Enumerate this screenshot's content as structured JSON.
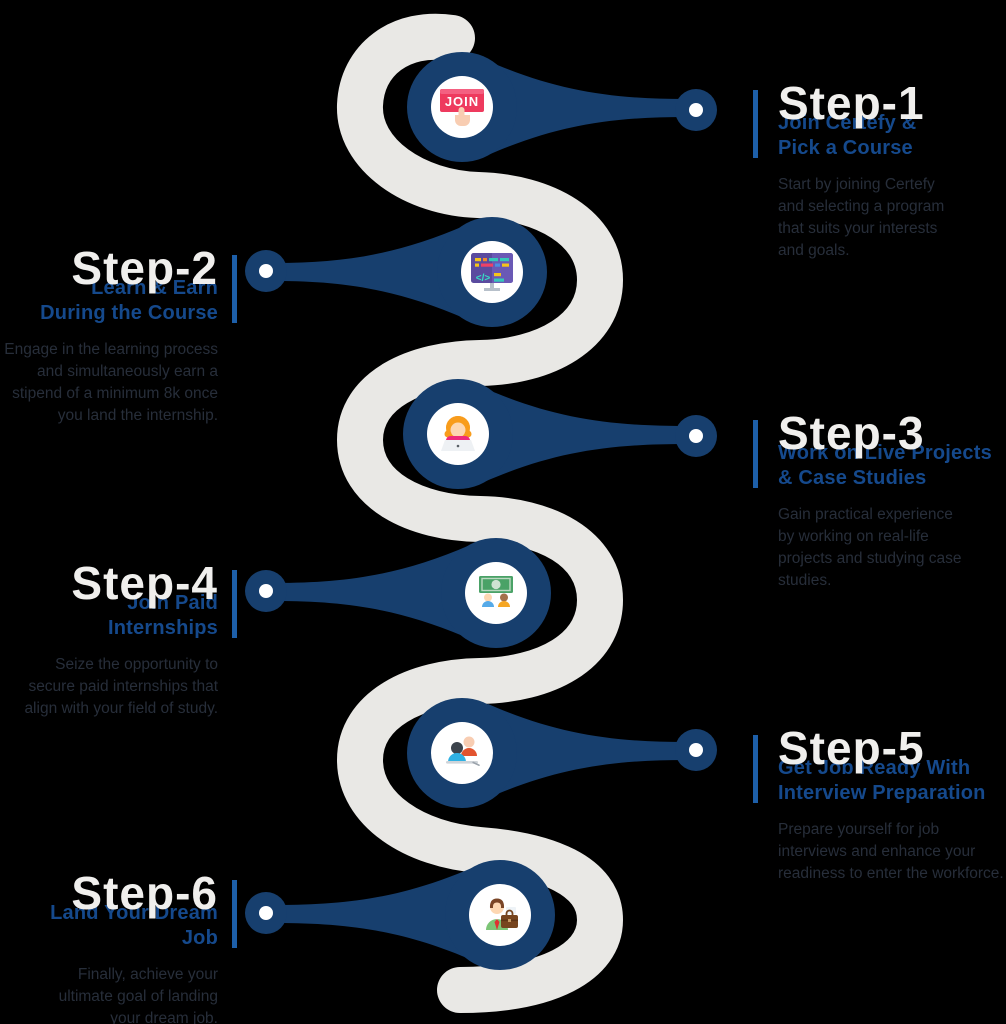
{
  "figure": {
    "type": "process-timeline",
    "orientation": "vertical-serpentine",
    "step_count": "6"
  },
  "colors": {
    "background": "#000000",
    "path_gray": "#e9e8e5",
    "connector_navy": "#173f6e",
    "accent_bar_blue": "#1d5fa9",
    "heading_gray": "#f0efed",
    "subtitle_blue": "#15498c",
    "description_dark": "#272e3a",
    "join_button_red": "#ee3a5e"
  },
  "steps": [
    {
      "heading": "Step-1",
      "side": "right",
      "title": "Join Certefy & Pick a Course",
      "title_lines": [
        "Join Certefy &",
        "Pick a Course"
      ],
      "description": "Start by joining Certefy and selecting a program that suits your interests and goals.",
      "desc_lines": [
        "Start by joining Certefy",
        "and selecting a program",
        "that suits your interests",
        "and goals."
      ],
      "icon": "join-button-icon",
      "icon_text": "JOIN"
    },
    {
      "heading": "Step-2",
      "side": "left",
      "title": "Learn & Earn During the Course",
      "title_lines": [
        "Learn & Earn",
        "During the Course"
      ],
      "description": "Engage in the learning process and simultaneously earn a stipend of a minimum 8k once you land the internship.",
      "desc_lines": [
        "Engage in the learning process",
        "and simultaneously earn a",
        "stipend of a minimum 8k once",
        "you land the internship."
      ],
      "icon": "code-screen-icon"
    },
    {
      "heading": "Step-3",
      "side": "right",
      "title": "Work on Live Projects & Case Studies",
      "title_lines": [
        "Work on Live Projects",
        "& Case Studies"
      ],
      "description": "Gain practical experience by working on real-life projects and studying case studies.",
      "desc_lines": [
        "Gain practical experience",
        "by working on real-life",
        "projects and studying case",
        "studies."
      ],
      "icon": "online-learning-icon"
    },
    {
      "heading": "Step-4",
      "side": "left",
      "title": "Join Paid Internships",
      "title_lines": [
        "Join Paid",
        "Internships"
      ],
      "description": "Seize the opportunity to secure paid internships that align with your field of study.",
      "desc_lines": [
        "Seize the opportunity to",
        "secure paid internships that",
        "align with your field of study."
      ],
      "icon": "paid-internship-icon"
    },
    {
      "heading": "Step-5",
      "side": "right",
      "title": "Get Job Ready With Interview Preparation",
      "title_lines": [
        "Get Job Ready With",
        "Interview Preparation"
      ],
      "description": "Prepare yourself for job interviews and enhance your readiness to enter the workforce.",
      "desc_lines": [
        "Prepare yourself for job",
        "interviews and enhance your",
        "readiness to enter the workforce."
      ],
      "icon": "interview-icon"
    },
    {
      "heading": "Step-6",
      "side": "left",
      "title": "Land Your Dream Job",
      "title_lines": [
        "Land Your Dream",
        "Job"
      ],
      "description": "Finally, achieve your ultimate goal of landing your dream job.",
      "desc_lines": [
        "Finally, achieve your",
        "ultimate goal of landing",
        "your dream job."
      ],
      "icon": "briefcase-person-icon"
    }
  ]
}
